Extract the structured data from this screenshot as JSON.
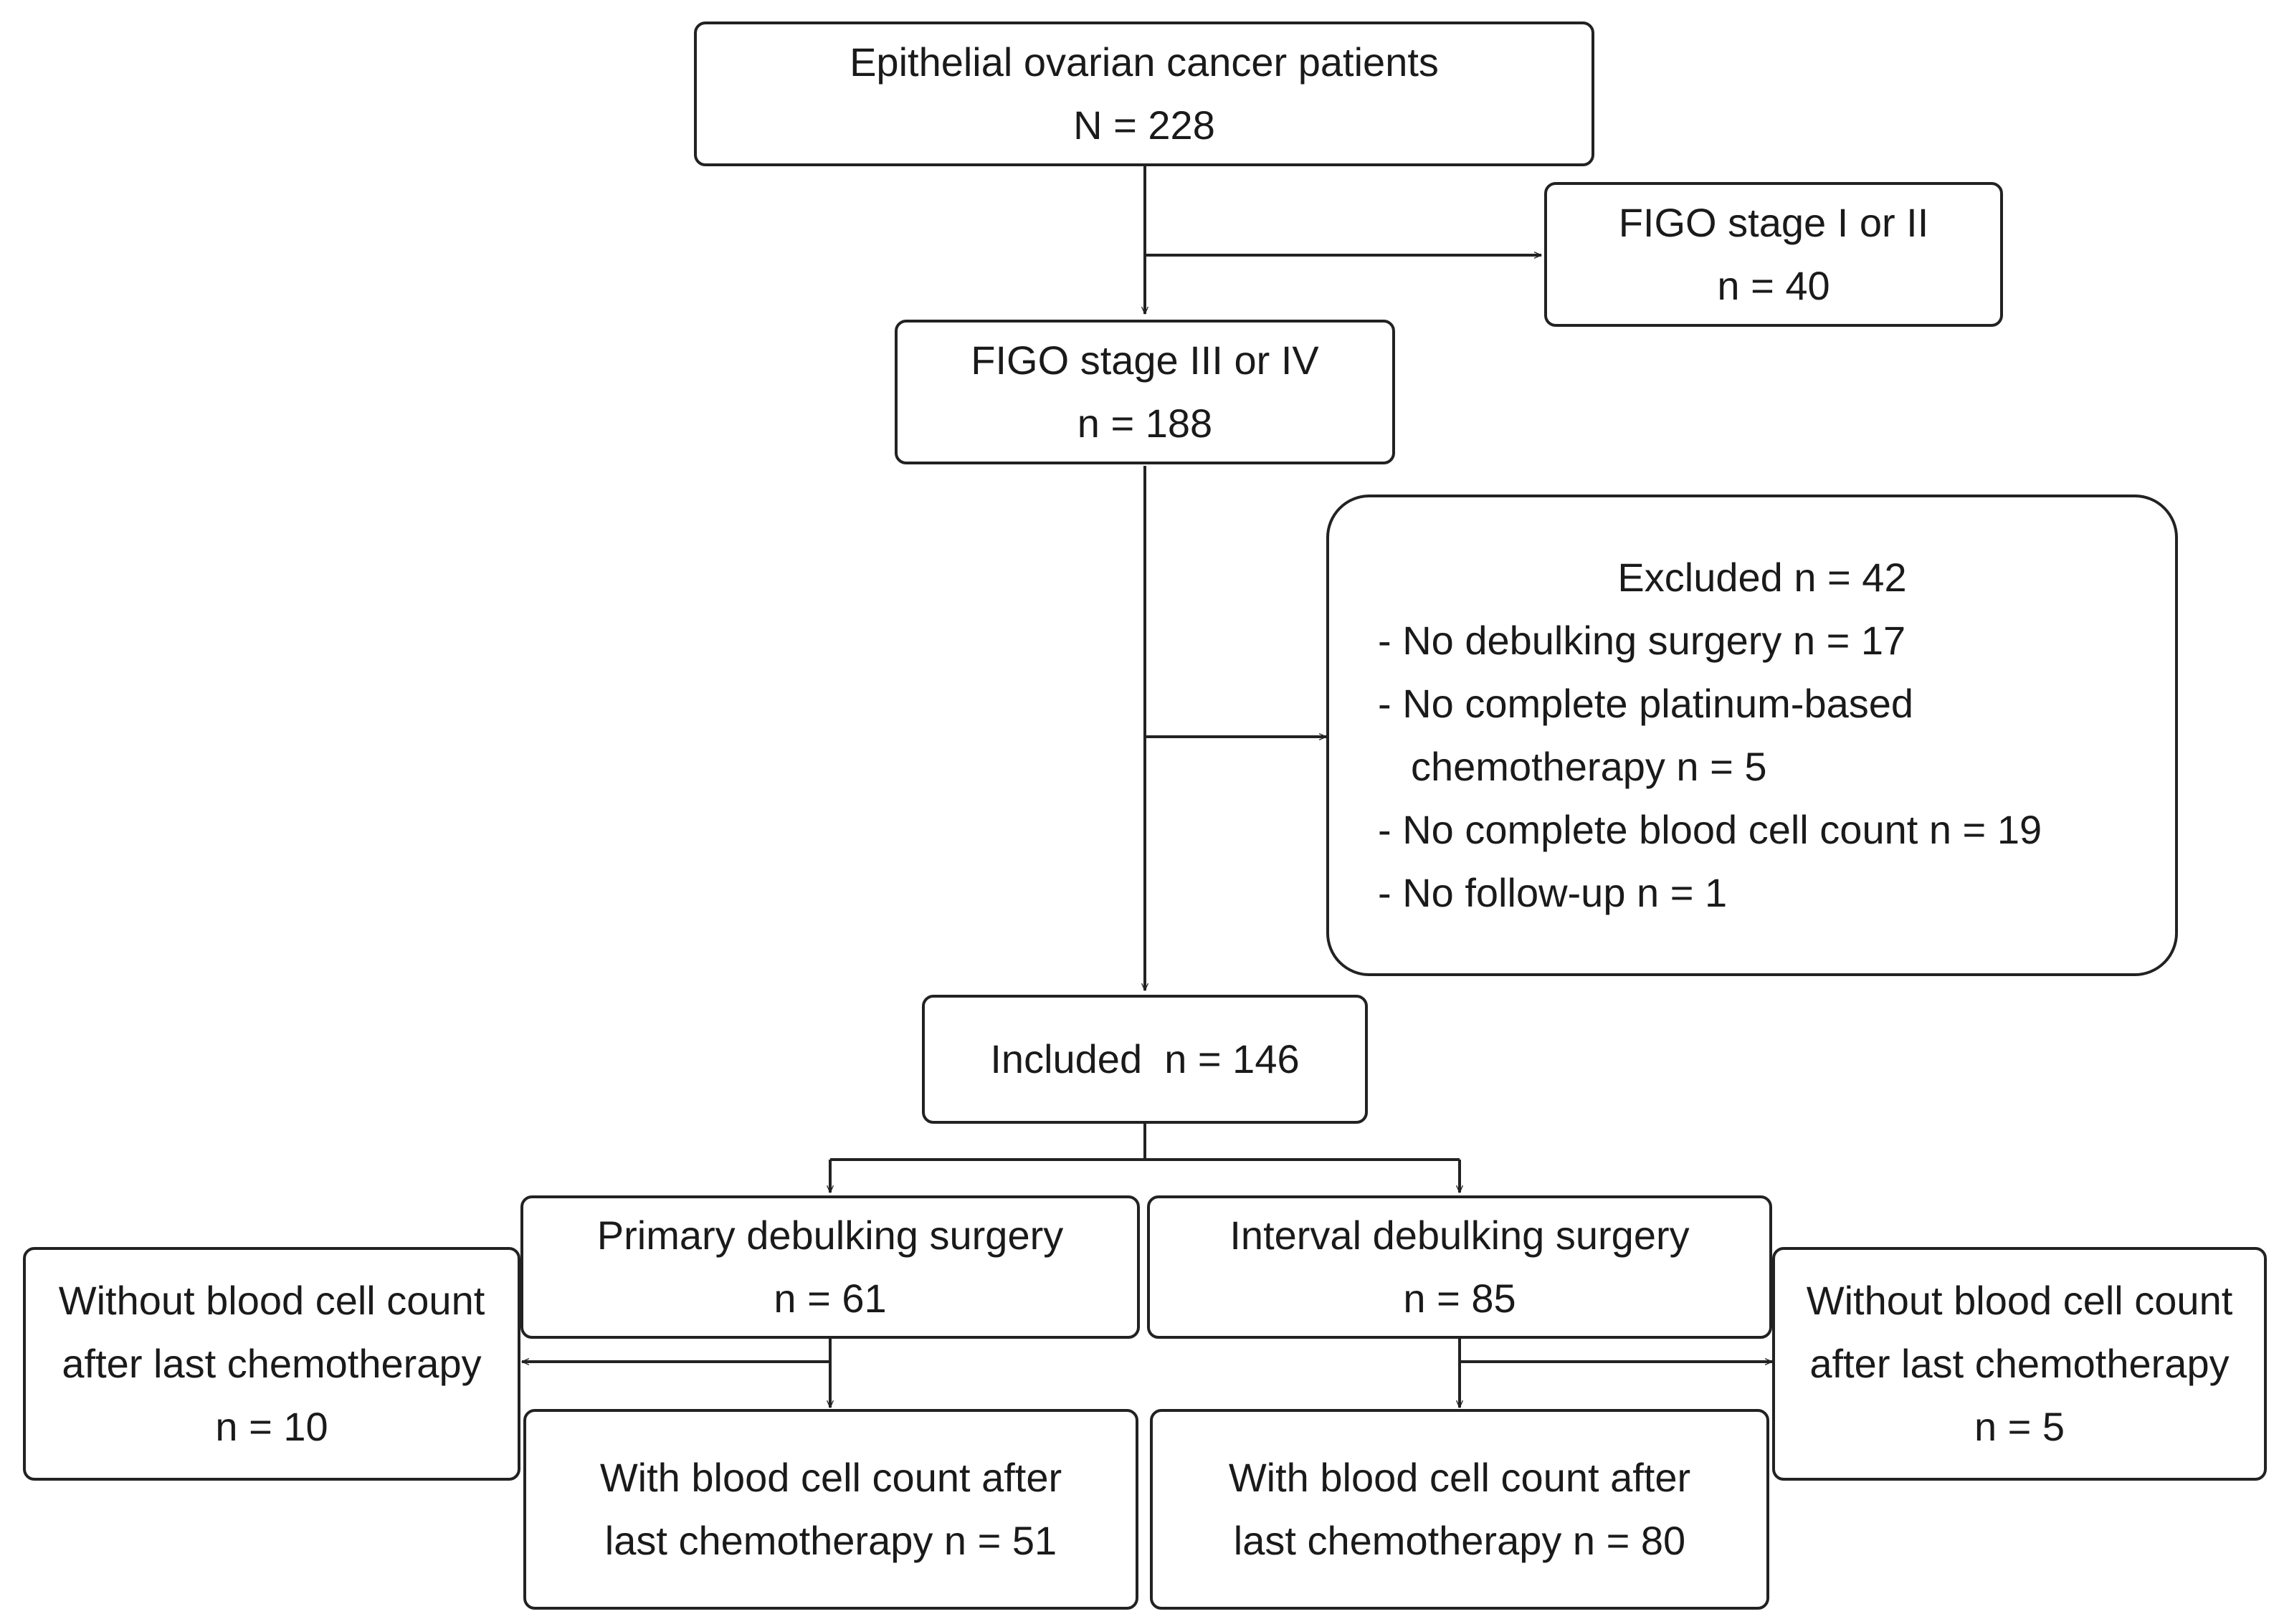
{
  "boxes": {
    "all_patients": {
      "line1": "Epithelial ovarian cancer patients",
      "line2": "N = 228"
    },
    "stage_1_2": {
      "line1": "FIGO stage I or II",
      "line2": "n = 40"
    },
    "stage_3_4": {
      "line1": "FIGO stage III or IV",
      "line2": "n = 188"
    },
    "excluded": {
      "title": "Excluded n = 42",
      "items": [
        "- No debulking surgery n = 17",
        "- No complete platinum-based",
        "chemotherapy n = 5",
        "- No complete blood cell count n = 19",
        "- No follow-up n = 1"
      ]
    },
    "included": {
      "line1": "Included  n = 146"
    },
    "primary": {
      "line1": "Primary debulking surgery",
      "line2": "n = 61"
    },
    "interval": {
      "line1": "Interval debulking surgery",
      "line2": "n = 85"
    },
    "primary_without": {
      "line1": "Without blood cell count",
      "line2": "after last chemotherapy",
      "line3": "n = 10"
    },
    "primary_with": {
      "line1": "With blood cell count after",
      "line2": "last chemotherapy n = 51"
    },
    "interval_without": {
      "line1": "Without blood cell count",
      "line2": "after last chemotherapy",
      "line3": "n = 5"
    },
    "interval_with": {
      "line1": "With blood cell count after",
      "line2": "last chemotherapy n = 80"
    }
  }
}
